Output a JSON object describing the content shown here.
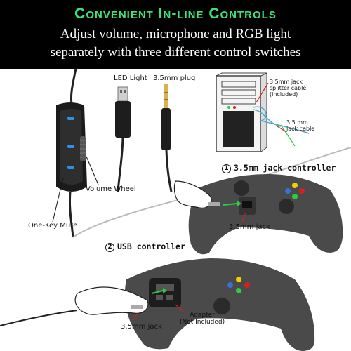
{
  "header": {
    "title": "Convenient In-line Controls",
    "line1": "Adjust volume, microphone and RGB light",
    "line2": "separately with three different control switches"
  },
  "labels": {
    "led_light": "LED Light",
    "plug": "3.5mm plug",
    "splitter_l1": "3.5mm jack",
    "splitter_l2": "splitter cable",
    "splitter_l3": "(included)",
    "jack_cable_l1": "3.5 mm",
    "jack_cable_l2": "jack cable",
    "volume_wheel": "Volume Wheel",
    "one_key_mute": "One-Key Mute",
    "section1_num": "1",
    "section1": "3.5mm jack controller",
    "jack1": "3.5mm jack",
    "section2_num": "2",
    "section2": "USB controller",
    "adapter_l1": "Adapter",
    "adapter_l2": "(Not Included)",
    "jack2": "3.5mm jack"
  },
  "colors": {
    "banner_bg": "#000000",
    "title_green": "#3ee27a",
    "arrow_green": "#2ecc40",
    "arrow_red": "#d62020",
    "led_blue": "#2f8fe0",
    "controller": "#4a4a4a"
  }
}
